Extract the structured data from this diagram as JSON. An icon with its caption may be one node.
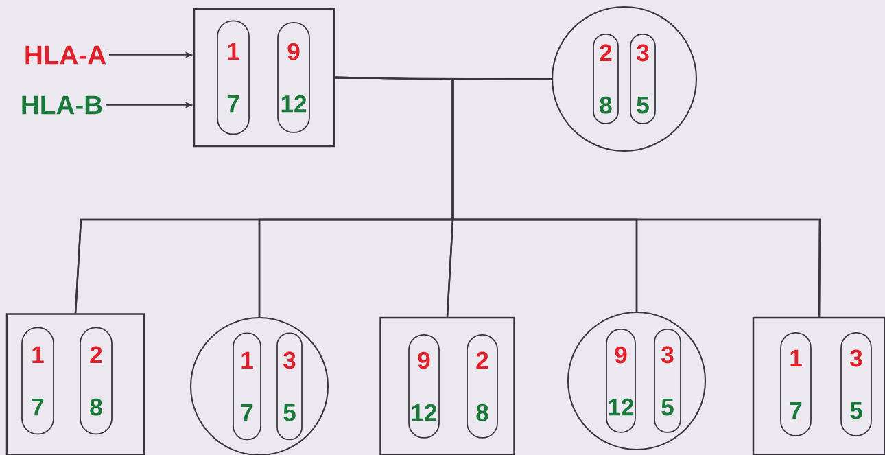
{
  "diagram": {
    "nodes": [
      {
        "text": [
          "HLA-A"
        ]
      },
      {
        "text": [
          "HLA-B"
        ]
      },
      {
        "text": [],
        "shape": "box"
      },
      {
        "text": [
          "1",
          "7"
        ],
        "in": 2
      },
      {
        "text": [
          "9",
          "12"
        ],
        "in": 2
      },
      {
        "text": [],
        "shape": "circle"
      },
      {
        "text": [
          "2",
          "8"
        ],
        "in": 5
      },
      {
        "text": [
          "3",
          "5"
        ],
        "in": 5
      },
      {
        "text": [],
        "shape": "box"
      },
      {
        "text": [
          "1",
          "7"
        ],
        "in": 8
      },
      {
        "text": [
          "2",
          "8"
        ],
        "in": 8
      },
      {
        "text": [],
        "shape": "circle"
      },
      {
        "text": [
          "1",
          "7"
        ],
        "in": 11
      },
      {
        "text": [
          "3",
          "5"
        ],
        "in": 11
      },
      {
        "text": [],
        "shape": "box"
      },
      {
        "text": [
          "9",
          "12"
        ],
        "in": 14
      },
      {
        "text": [
          "2",
          "8"
        ],
        "in": 14
      },
      {
        "text": [],
        "shape": "circle"
      },
      {
        "text": [
          "9",
          "12"
        ],
        "in": 17
      },
      {
        "text": [
          "3",
          "5"
        ],
        "in": 17
      },
      {
        "text": [],
        "shape": "box"
      },
      {
        "text": [
          "1",
          "7"
        ],
        "in": 20
      },
      {
        "text": [
          "3",
          "5"
        ],
        "in": 20
      }
    ],
    "edges": [
      {
        "from": 0,
        "to": 2,
        "arrow": "to"
      },
      {
        "from": 1,
        "to": 2,
        "arrow": "to"
      },
      {
        "from": 2,
        "to": 5,
        "arrow": "none"
      },
      {
        "from": 2,
        "to": 8,
        "arrow": "none"
      },
      {
        "from": 2,
        "to": 11,
        "arrow": "none"
      },
      {
        "from": 2,
        "to": 14,
        "arrow": "none"
      },
      {
        "from": 2,
        "to": 17,
        "arrow": "none"
      },
      {
        "from": 2,
        "to": 20,
        "arrow": "none"
      },
      {
        "from": 5,
        "to": 8,
        "arrow": "none"
      },
      {
        "from": 5,
        "to": 11,
        "arrow": "none"
      },
      {
        "from": 5,
        "to": 14,
        "arrow": "none"
      },
      {
        "from": 5,
        "to": 17,
        "arrow": "none"
      },
      {
        "from": 5,
        "to": 20,
        "arrow": "none"
      }
    ]
  }
}
